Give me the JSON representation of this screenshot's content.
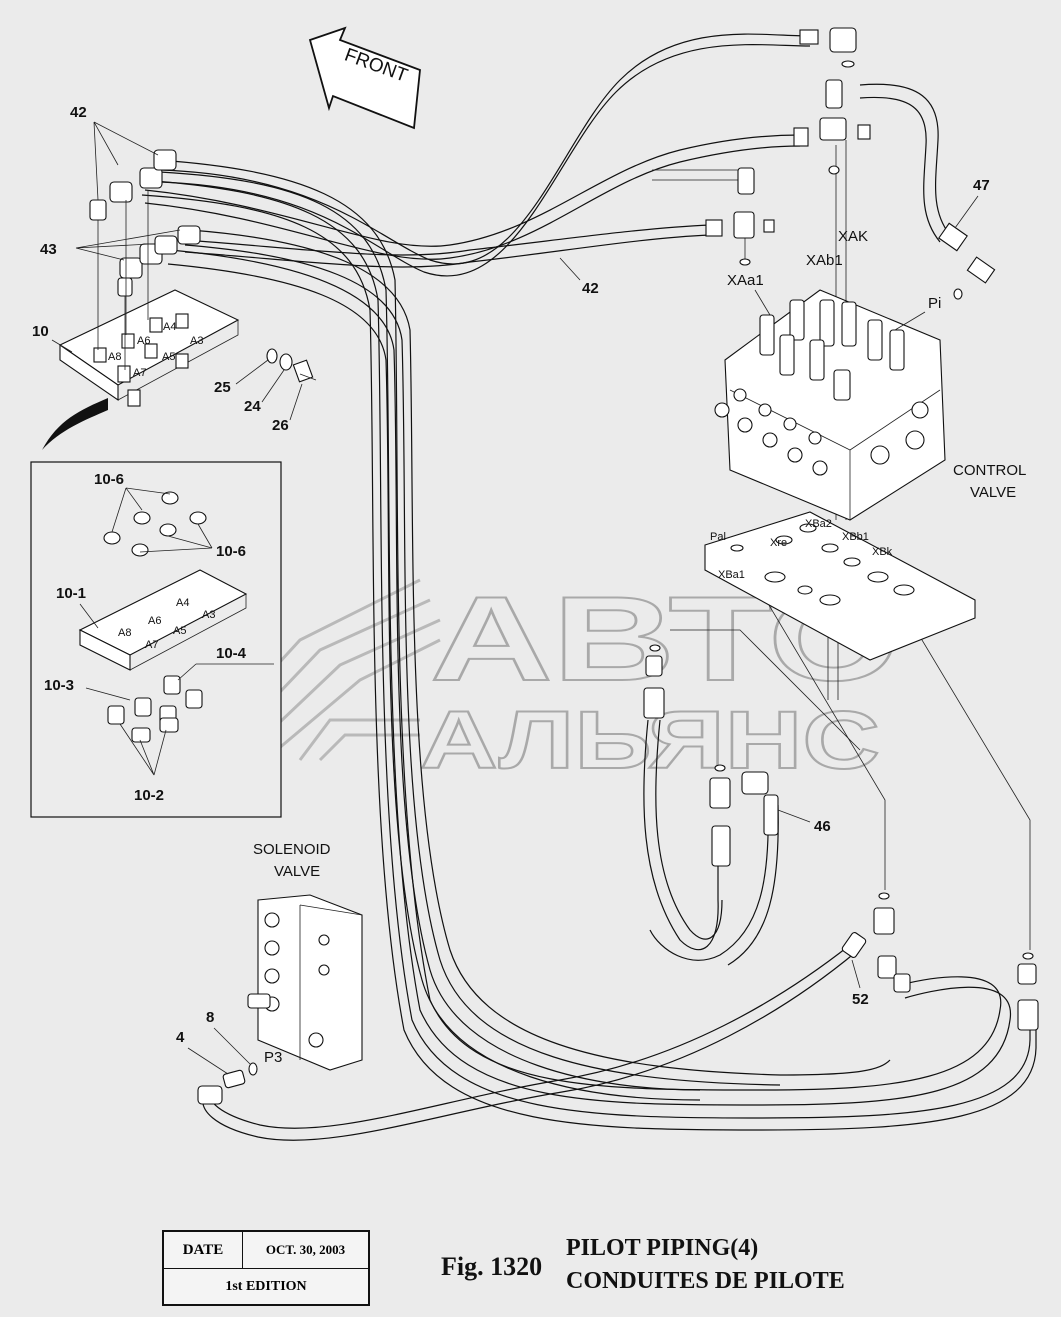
{
  "front_arrow_label": "FRONT",
  "callouts": {
    "c42_top": "42",
    "c43": "43",
    "c10": "10",
    "c25": "25",
    "c24": "24",
    "c26": "26",
    "c42_mid": "42",
    "c47": "47",
    "c46": "46",
    "c52": "52",
    "c4": "4",
    "c8": "8",
    "c10_6_top": "10-6",
    "c10_6_right": "10-6",
    "c10_1": "10-1",
    "c10_4": "10-4",
    "c10_3": "10-3",
    "c10_2": "10-2"
  },
  "port_labels": {
    "xak": "XAK",
    "xab1": "XAb1",
    "xaa1": "XAa1",
    "pi": "Pi",
    "pal": "Pal",
    "xre": "Xre",
    "xba2": "XBa2",
    "xbb1": "XBb1",
    "xbk": "XBk",
    "xba1": "XBa1",
    "p3": "P3"
  },
  "plate_labels": {
    "a4": "A4",
    "a3": "A3",
    "a6": "A6",
    "a5": "A5",
    "a8": "A8",
    "a7": "A7",
    "d_a4": "A4",
    "d_a3": "A3",
    "d_a6": "A6",
    "d_a5": "A5",
    "d_a8": "A8",
    "d_a7": "A7"
  },
  "component_labels": {
    "control_valve_1": "CONTROL",
    "control_valve_2": "VALVE",
    "solenoid_valve_1": "SOLENOID",
    "solenoid_valve_2": "VALVE"
  },
  "watermark": {
    "line1": "АВТО",
    "line2": "АЛЬЯНС"
  },
  "title_block": {
    "date_label": "DATE",
    "date_value": "OCT. 30, 2003",
    "edition": "1st EDITION"
  },
  "figure": {
    "number": "Fig. 1320",
    "title_en": "PILOT PIPING(4)",
    "title_fr": "CONDUITES DE PILOTE"
  },
  "colors": {
    "background": "#ebebeb",
    "line": "#111111",
    "watermark": "#b9b9b9"
  }
}
